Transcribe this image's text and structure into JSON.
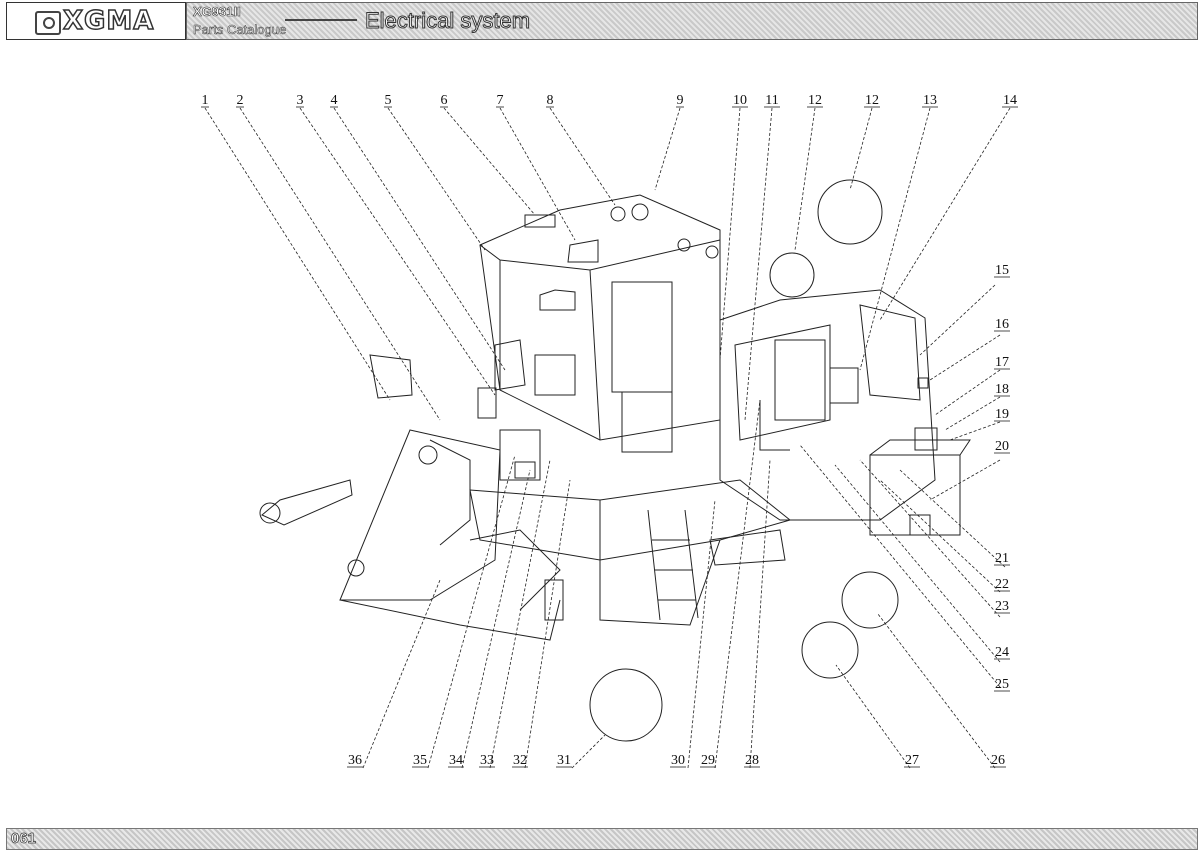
{
  "header": {
    "brand": "XGMA",
    "model": "XG931II",
    "catalogue": "Parts Catalogue",
    "section_title": "Electrical system"
  },
  "footer": {
    "page_number": "061"
  },
  "callouts_top": [
    "1",
    "2",
    "3",
    "4",
    "5",
    "6",
    "7",
    "8",
    "9",
    "10",
    "11",
    "12",
    "12",
    "13",
    "14"
  ],
  "callouts_right": [
    "15",
    "16",
    "17",
    "18",
    "19",
    "20",
    "21",
    "22",
    "23",
    "24",
    "25"
  ],
  "callouts_bottom": [
    "36",
    "35",
    "34",
    "33",
    "32",
    "31",
    "30",
    "29",
    "28",
    "27",
    "26"
  ]
}
